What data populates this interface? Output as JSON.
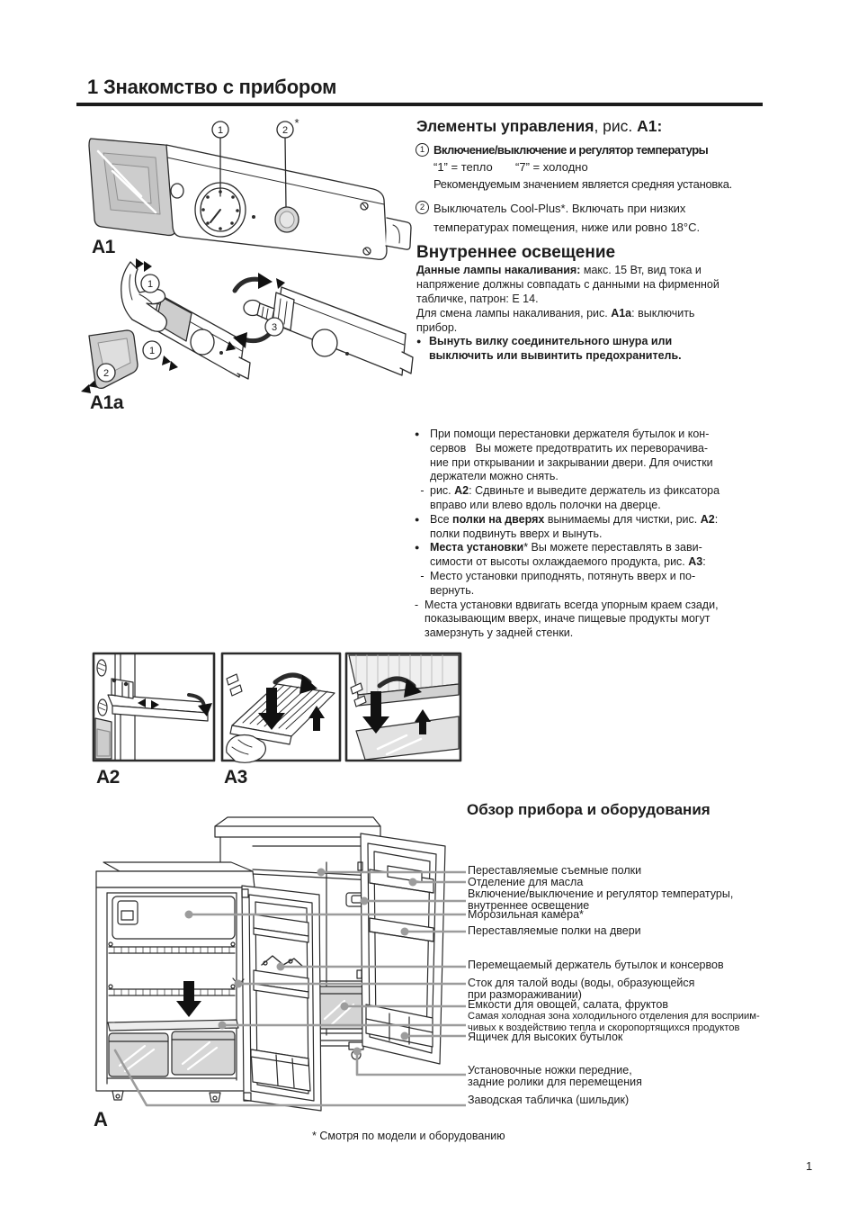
{
  "page": {
    "title": "1 Знакомство с прибором",
    "page_number": "1",
    "footnote": "* Смотря по модели и оборудованию"
  },
  "figures": {
    "a1": {
      "label": "A1",
      "callout1": "1",
      "callout2": "2",
      "callout2_suffix": "*"
    },
    "a1a": {
      "label": "A1a",
      "callout1": "1",
      "callout1b": "1",
      "callout2": "2",
      "callout3": "3"
    },
    "a2": {
      "label": "A2"
    },
    "a3": {
      "label": "A3"
    },
    "a": {
      "label": "A"
    }
  },
  "controls": {
    "heading_bold": "Элементы управления",
    "heading_mid": ", рис. ",
    "heading_fig": "A1:",
    "item1": {
      "num": "1",
      "line1": "Включение/выключение и регулятор температуры",
      "line2": "“1” = тепло       “7” = холодно",
      "line3": "Рекомендуемым значением является средняя установка."
    },
    "item2": {
      "num": "2",
      "text": "Выключатель Cool-Plus*. Включать при низких\nтемпературах помещения, ниже или ровно 18°C."
    }
  },
  "lighting": {
    "heading": "Внутреннее освещение",
    "para": [
      {
        "t": "Данные лампы накаливания:",
        "b": true
      },
      {
        "t": " макс. 15 Вт, вид тока и\nнапряжение должны совпадать с данными на фирменной\nтабличке, патрон: E 14.\nДля смена лампы накаливания, рис. ",
        "b": false
      },
      {
        "t": "A1a",
        "b": true
      },
      {
        "t": ": выключить\nприбор.",
        "b": false
      }
    ],
    "bullet_marker": "●",
    "bullet": [
      {
        "t": "Вынуть вилку соединительного шнура или\nвыключить или вывинтить предохранитель.",
        "b": true
      }
    ]
  },
  "tips": {
    "items": [
      {
        "marker": "●",
        "segs": [
          {
            "t": "При помощи перестановки держателя бутылок и кон-\nсервов   Вы можете предотвратить их переворачива-\nние при открывании и закрывании двери. Для очистки\nдержатели можно снять.",
            "b": false
          }
        ]
      },
      {
        "marker": "-",
        "segs": [
          {
            "t": "рис. ",
            "b": false
          },
          {
            "t": "A2",
            "b": true
          },
          {
            "t": ": Сдвиньте и выведите держатель из фиксатора\nвправо или влево вдоль полочки на дверце.",
            "b": false
          }
        ]
      },
      {
        "marker": "●",
        "segs": [
          {
            "t": "Все ",
            "b": false
          },
          {
            "t": "полки на дверях",
            "b": true
          },
          {
            "t": " вынимаемы для чистки, рис. ",
            "b": false
          },
          {
            "t": "A2",
            "b": true
          },
          {
            "t": ":\nполки подвинуть вверх и вынуть.",
            "b": false
          }
        ]
      },
      {
        "marker": "●",
        "segs": [
          {
            "t": "Места установки",
            "b": true
          },
          {
            "t": "* Вы можете переставлять в зави-\nсимости от высоты охлаждаемого продукта, рис. ",
            "b": false
          },
          {
            "t": "A3",
            "b": true
          },
          {
            "t": ":",
            "b": false
          }
        ]
      },
      {
        "marker": "-",
        "segs": [
          {
            "t": "Место установки приподнять, потянуть вверх и по-\nвернуть.",
            "b": false
          }
        ]
      },
      {
        "marker": "-",
        "segs": [
          {
            "t": "Места установки вдвигать всегда упорным краем сзади,\nпоказывающим вверх, иначе пищевые продукты могут\nзамерзнуть у задней стенки.",
            "b": false
          }
        ]
      }
    ]
  },
  "overview": {
    "heading": "Обзор прибора и оборудования",
    "labels": [
      {
        "text": "Переставляемые съемные полки"
      },
      {
        "text": "Отделение для масла"
      },
      {
        "text": "Включение/выключение и регулятор температуры,\nвнутреннее освещение"
      },
      {
        "text": "Морозильная камера*"
      },
      {
        "text": "Переставляемые полки на двери"
      },
      {
        "text": "Перемещаемый держатель бутылок и консервов"
      },
      {
        "text": "Сток для талой воды (воды, образующейся\nпри размораживании)"
      },
      {
        "text": "Емкости для овощей, салата, фруктов"
      },
      {
        "text": "Самая холодная зона холодильного отделения для восприим-\nчивых к воздействию тепла и скоропортящихся продуктов"
      },
      {
        "text": "Ящичек для высоких бутылок"
      },
      {
        "text": "Установочные ножки передние,\nзадние ролики для перемещения"
      },
      {
        "text": "Заводская табличка (шильдик)"
      }
    ]
  },
  "colors": {
    "ink": "#1c1c1c",
    "line_art": "#2b2b2b",
    "gray_fill": "#d2d2d2",
    "leader_gray": "#9c9c9c"
  }
}
